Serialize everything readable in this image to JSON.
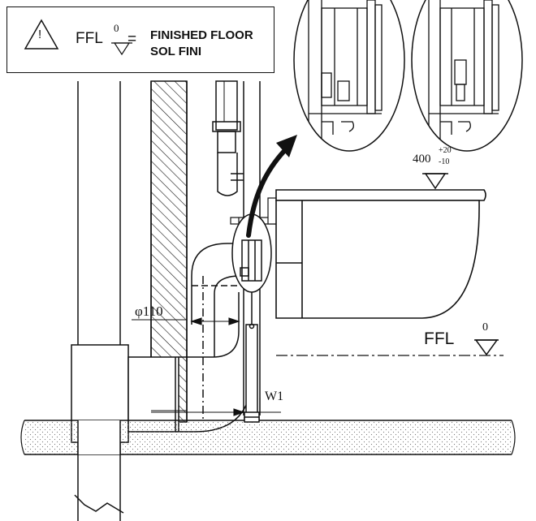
{
  "legend": {
    "warning_symbol": "!",
    "ffl_label": "FFL",
    "zero": "0",
    "equals": "=",
    "line1": "FINISHED FLOOR",
    "line2": "SOL FINI"
  },
  "labels": {
    "diameter": "φ110",
    "height_base": "400",
    "height_tol_plus": "+20",
    "height_tol_minus": "-10",
    "w1": "W1",
    "ffl_floor": "FFL",
    "ffl_zero": "0"
  },
  "colors": {
    "line": "#111111",
    "floor_dots": "#777777"
  }
}
